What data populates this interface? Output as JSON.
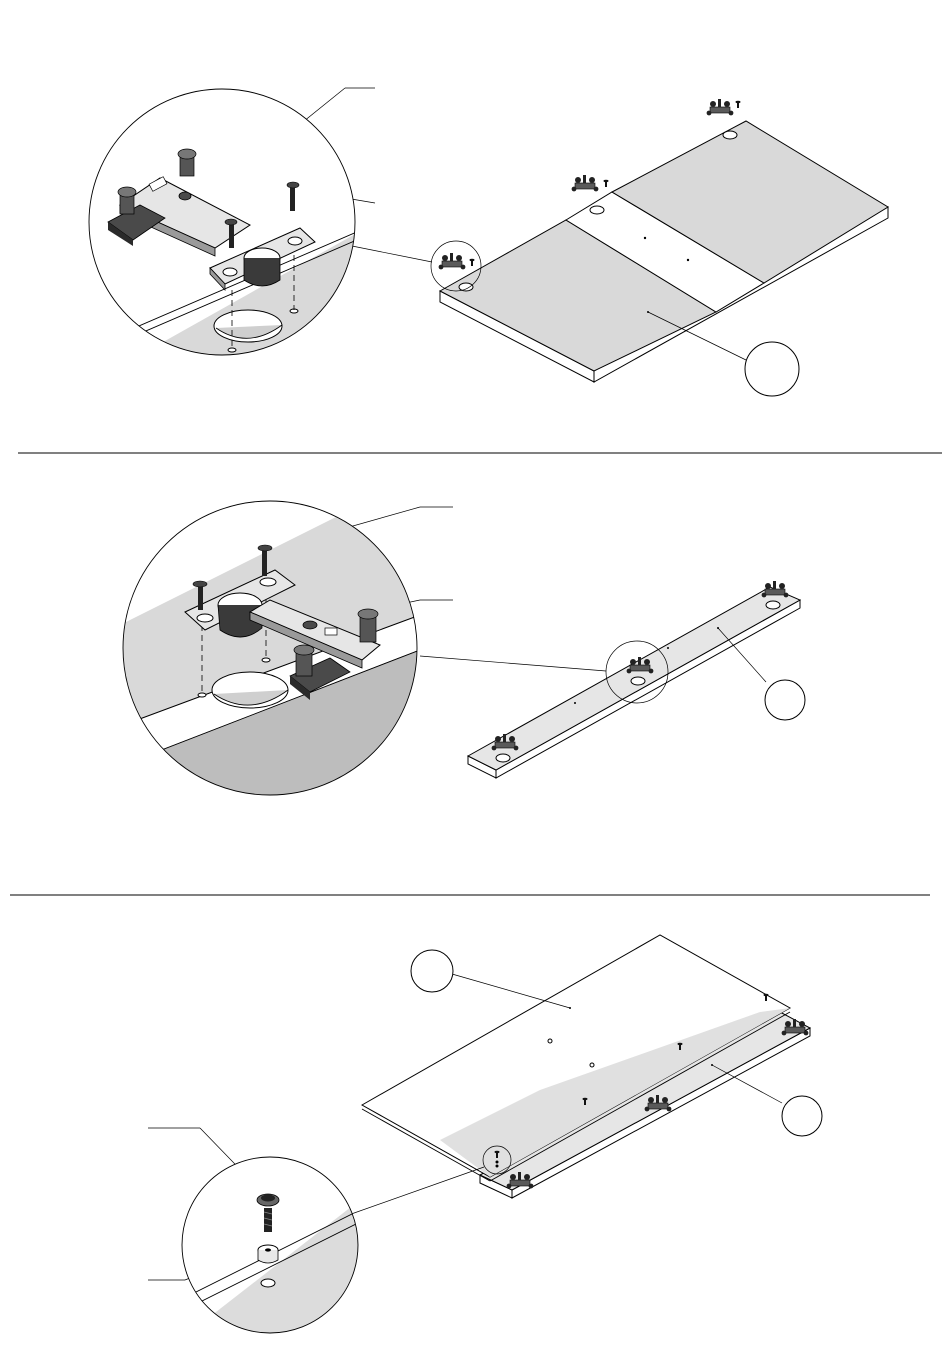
{
  "steps": [
    {
      "id": "step-1",
      "callouts": [
        ""
      ]
    },
    {
      "id": "step-2",
      "callouts": [
        ""
      ]
    },
    {
      "id": "step-3",
      "callouts": [
        "",
        ""
      ]
    }
  ]
}
